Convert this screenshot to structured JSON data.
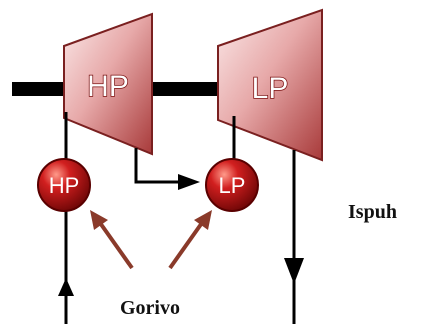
{
  "diagram": {
    "turbines": {
      "high_pressure": "HP",
      "low_pressure": "LP"
    },
    "combustors": {
      "high_pressure": "HP",
      "low_pressure": "LP"
    },
    "labels": {
      "exhaust": "Ispuh",
      "fuel": "Gorivo"
    },
    "colors": {
      "turbine_light": "#f6dada",
      "turbine_dark": "#a83a3a",
      "combustor": "#b01414",
      "fuel_arrow": "#8a3a2a",
      "line": "#000000"
    }
  }
}
